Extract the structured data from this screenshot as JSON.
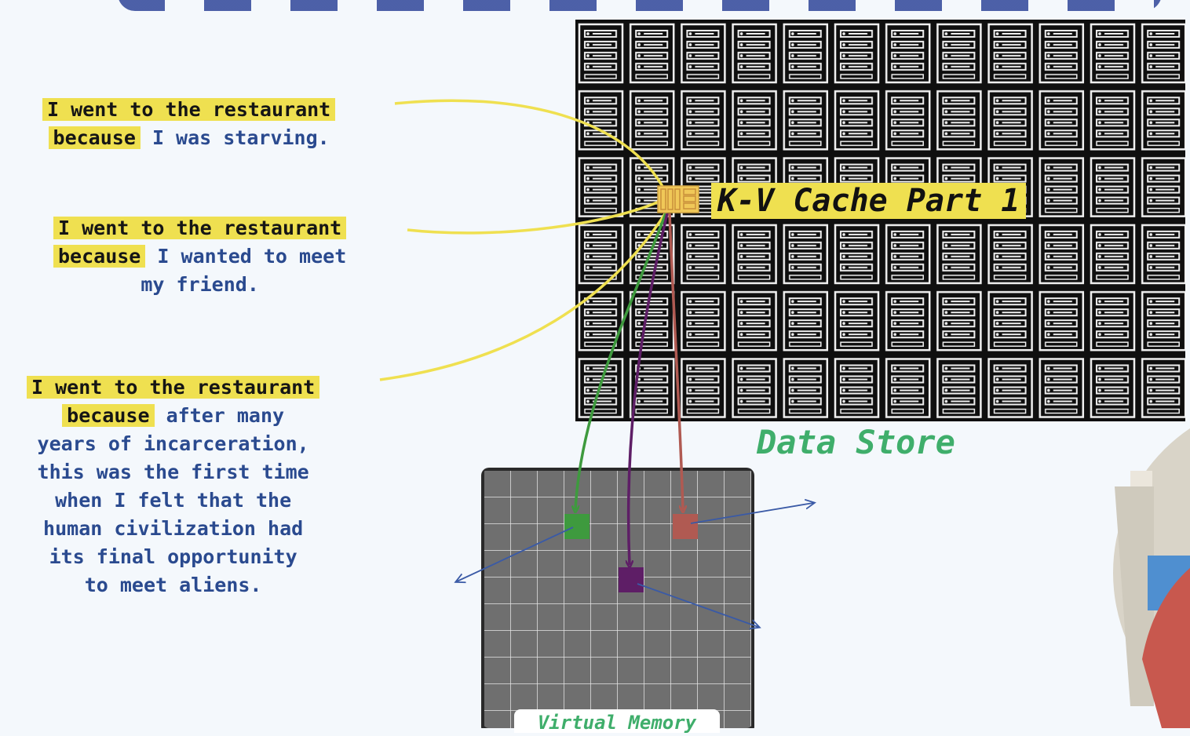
{
  "sentences": [
    {
      "lines": [
        {
          "highlight": "I went to the restaurant",
          "rest": ""
        },
        {
          "highlight": "because",
          "rest": "I was starving."
        }
      ]
    },
    {
      "lines": [
        {
          "highlight": "I went to the restaurant",
          "rest": ""
        },
        {
          "highlight": "because",
          "rest": "I wanted to meet"
        },
        {
          "highlight": "",
          "rest": "my friend."
        }
      ]
    },
    {
      "lines": [
        {
          "highlight": "I went to the restaurant",
          "rest": ""
        },
        {
          "highlight": "because",
          "rest": "after many"
        },
        {
          "highlight": "",
          "rest": "years of incarceration,"
        },
        {
          "highlight": "",
          "rest": "this was the first time"
        },
        {
          "highlight": "",
          "rest": "when I felt that the"
        },
        {
          "highlight": "",
          "rest": "human civilization had"
        },
        {
          "highlight": "",
          "rest": "its final opportunity"
        },
        {
          "highlight": "",
          "rest": "to meet aliens."
        }
      ]
    }
  ],
  "kv_cache_label": "K-V Cache Part 1",
  "data_store_label": "Data Store",
  "virtual_memory_label": "Virtual Memory",
  "colors": {
    "highlight": "#efe050",
    "text_blue": "#2a4a8f",
    "label_green": "#3fae6b",
    "arrow_green": "#3e9a3e",
    "arrow_purple": "#5e1e66",
    "arrow_red": "#b05a52",
    "arrow_blue": "#3a5aa6",
    "server_black": "#0f0f0f",
    "memory_gray": "#6f6f6f"
  },
  "icons": [
    "server-rack-icon",
    "kv-cache-block-icon",
    "memory-block-icon"
  ]
}
